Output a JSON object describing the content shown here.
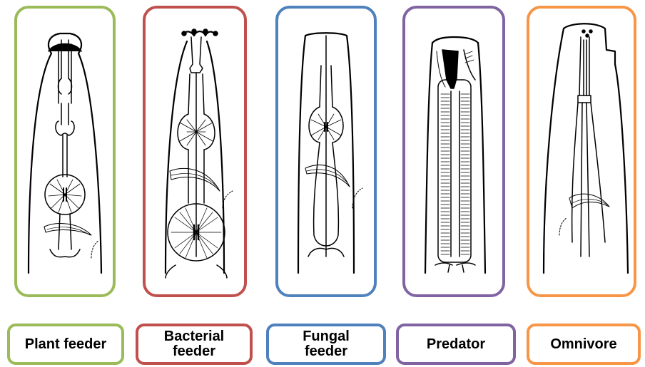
{
  "groups": [
    {
      "id": "plant",
      "label": "Plant feeder",
      "color": "#9bbb59"
    },
    {
      "id": "bacterial",
      "label": "Bacterial\nfeeder",
      "color": "#c0504d"
    },
    {
      "id": "fungal",
      "label": "Fungal\nfeeder",
      "color": "#4f81bd"
    },
    {
      "id": "predator",
      "label": "Predator",
      "color": "#8064a2"
    },
    {
      "id": "omnivore",
      "label": "Omnivore",
      "color": "#f79646"
    }
  ]
}
